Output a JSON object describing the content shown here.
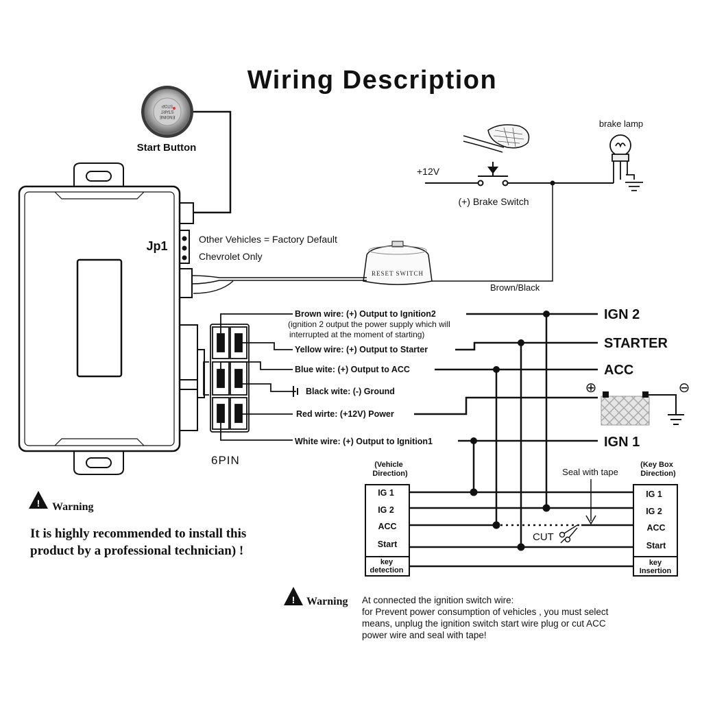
{
  "title": "Wiring Description",
  "start_button": {
    "label": "Start Button",
    "face_lines": [
      "ENGINE",
      "START",
      "STOP"
    ]
  },
  "module": {
    "jumper_label": "Jp1",
    "jumper_options": [
      "Other Vehicles = Factory Default",
      "Chevrolet Only"
    ],
    "connector_label": "6PIN"
  },
  "reset_switch": {
    "label": "RESET SWITCH",
    "wire_color": "Brown/Black"
  },
  "brake": {
    "supply": "+12V",
    "switch_label": "(+) Brake Switch",
    "lamp_label": "brake lamp"
  },
  "wires": [
    {
      "label": "Brown wire:  (+) Output to Ignition2",
      "note": [
        "(ignition 2 output the power supply which will",
        "interrupted at the moment of starting)"
      ],
      "target": "IGN 2"
    },
    {
      "label": "Yellow wire:  (+) Output to Starter",
      "target": "STARTER"
    },
    {
      "label": "Blue wite:  (+) Output to ACC",
      "target": "ACC"
    },
    {
      "label": "Black wite: (-) Ground",
      "target": ""
    },
    {
      "label": "Red wirte:  (+12V) Power",
      "target": ""
    },
    {
      "label": "White wire: (+) Output to Ignition1",
      "target": "IGN 1"
    }
  ],
  "battery": {
    "plus": "⊕",
    "minus": "⊖"
  },
  "vehicle_box": {
    "header": [
      "(Vehicle",
      "Direction)"
    ],
    "rows": [
      "IG 1",
      "IG 2",
      "ACC",
      "Start"
    ],
    "footer": [
      "key",
      "detection"
    ]
  },
  "keybox": {
    "header": [
      "(Key Box",
      "Direction)"
    ],
    "rows": [
      "IG 1",
      "IG 2",
      "ACC",
      "Start"
    ],
    "footer": [
      "key",
      "Insertion"
    ]
  },
  "seal_label": "Seal with tape",
  "cut_label": "CUT",
  "warning_left": {
    "title": "Warning",
    "lines": [
      "It is highly recommended to install this",
      "product by a professional technician)  !"
    ]
  },
  "warning_bottom": {
    "title": "Warning",
    "lines": [
      "At connected the ignition switch wire:",
      "for Prevent power consumption of vehicles ,   you must select",
      "means, unplug the ignition switch start wire plug  or cut ACC",
      "power wire and seal with tape!"
    ]
  }
}
